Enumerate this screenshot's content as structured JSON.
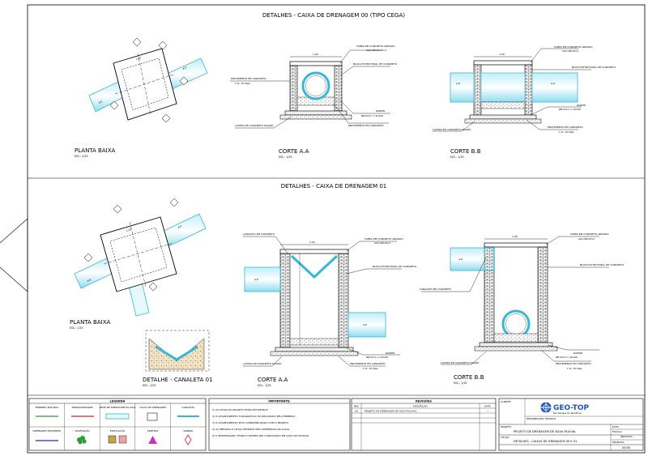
{
  "sections": {
    "top_title": "DETALHES - CAIXA DE DRENAGEM 00 (TIPO CEGA)",
    "bottom_title": "DETALHES - CAIXA DE DRENAGEM 01"
  },
  "views": {
    "top_plan": "PLANTA BAIXA",
    "top_plan_scale": "ESC.: 1/25",
    "top_corte_aa": "CORTE A.A",
    "top_corte_aa_scale": "ESC.: 1/25",
    "top_corte_bb": "CORTE B.B",
    "top_corte_bb_scale": "ESC.: 1/25",
    "bot_plan": "PLANTA BAIXA",
    "bot_plan_scale": "ESC.: 1/25",
    "bot_canaleta": "DETALHE - CANALETA 01",
    "bot_canaleta_scale": "ESC.: 1/25",
    "bot_corte_aa": "CORTE A.A",
    "bot_corte_aa_scale": "ESC.: 1/25",
    "bot_corte_bb": "CORTE B.B",
    "bot_corte_bb_scale": "ESC.: 1/25"
  },
  "annotations": {
    "tampa": "TAMPA EM CONCRETO ARMADO",
    "aco": "AÇO Ø8.0mm",
    "bloco": "BLOCO ESTRUTURAL DE CONCRETO",
    "enchimento_aa": "ENCHIMENTO EM CONCRETO",
    "enchimento_fck": "f ck: 15 Mpa",
    "radier": "RADIER",
    "radier_spec": "Ø8.0mm c/ 20x20",
    "lastro": "LASTRO DE CONCRETO MAGRO",
    "canaleta": "CANALETA EM CONCRETO",
    "dim_1": "1,00",
    "dim_2": "1,20",
    "pipe": "A.P."
  },
  "legend": {
    "title": "LEGENDA",
    "items": [
      {
        "label": "TERRENO NATURAL",
        "color": "#2e9b3a"
      },
      {
        "label": "TERRAPLENAGEM",
        "color": "#c62828"
      },
      {
        "label": "REDE DE DRENAGEM PLUVIAL",
        "color": "#35b7d8"
      },
      {
        "label": "CAIXA DE DRENAGEM",
        "color": "#555555"
      },
      {
        "label": "CANALETA",
        "color": "#35b7d8"
      },
      {
        "label": "DRENAGEM EXISTENTE",
        "color": "#1f2fb8"
      },
      {
        "label": "VEGETAÇÃO",
        "color": "#2e9b3a"
      },
      {
        "label": "EDIFICAÇÃO",
        "color": "#c8a24a"
      },
      {
        "label": "SENTIDO",
        "color": "#d42fb0"
      },
      {
        "label": "TAMPÃO",
        "color": "#c62828"
      }
    ]
  },
  "notes": {
    "title": "IMPORTANTE:",
    "lines": [
      "1) AS COTAS DO PROJETO ESTÃO EM METROS",
      "2) O LEVANTAMENTO TOPOGRÁFICO FOI REALIZADO PELA EMPRESA",
      "3) O LEVANTAMENTO ESTÁ COMPATIBILIZADO COM O PROJETO",
      "4) AS MEDIDAS E COTAS DEVERÃO SER CONFERIDAS NO LOCAL",
      "5) O RESPONSÁVEL TÉCNICO DEVERÁ SER CONSULTADO EM CASO DE DÚVIDAS"
    ]
  },
  "revisions": {
    "title": "REVISÕES",
    "col_rev": "REV.",
    "col_desc": "DESCRIÇÃO",
    "col_date": "DATA",
    "row_rev": "00",
    "row_desc": "PROJETO DE DRENAGEM DE ÁGUA PLUVIAL",
    "row_date": "---"
  },
  "titleblock": {
    "cliente_label": "CLIENTE",
    "company": "GEO-TOP",
    "company_sub": "Tecnologia do Território",
    "responsible_label": "RESPONSÁVEL TÉCNICO",
    "project_label": "PROJETO",
    "project": "PROJETO DE DRENAGEM DE ÁGUA PLUVIAL",
    "title_label": "TÍTULO",
    "title": "DETALHES - CAIXAS DE DRENAGEM 00 E 01",
    "data_label": "DATA",
    "escala_label": "ESCALA",
    "escala": "INDICADA",
    "prancha_label": "PRANCHA",
    "prancha": "05/05"
  }
}
